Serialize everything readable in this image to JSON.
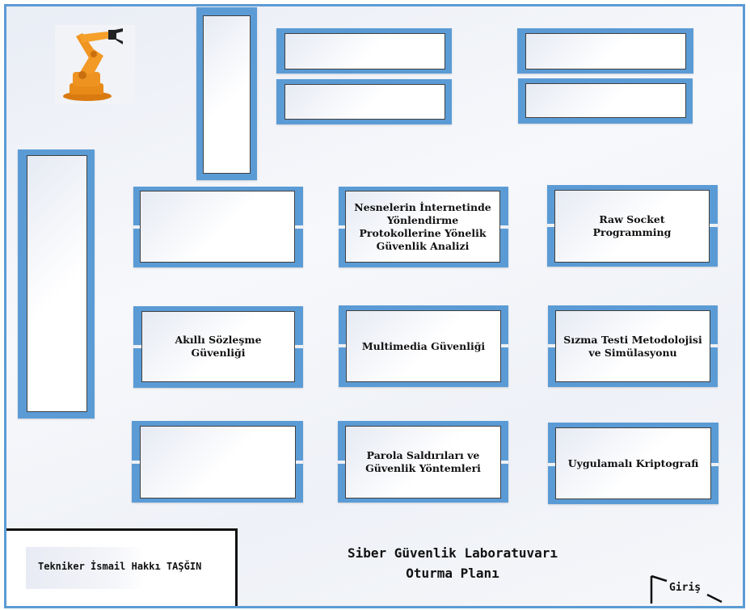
{
  "diagram": {
    "title_line1": "Siber Güvenlik Laboratuvarı",
    "title_line2": "Oturma Planı",
    "technician": "Tekniker İsmail Hakkı TAŞĞIN",
    "entrance_label": "Giriş",
    "decoration": "industrial-robot-arm-icon",
    "colors": {
      "table_frame": "#5b9bd5",
      "room_border": "#5b9bd5",
      "table_top_border": "#404040",
      "text": "#111111"
    },
    "tables": {
      "vertical_top": {
        "label": ""
      },
      "vertical_left": {
        "label": ""
      },
      "top_row_1_left": {
        "label": ""
      },
      "top_row_1_right": {
        "label": ""
      },
      "top_row_2_left": {
        "label": ""
      },
      "top_row_2_right": {
        "label": ""
      },
      "r1c1": {
        "label": ""
      },
      "r1c2": {
        "label": "Nesnelerin İnternetinde Yönlendirme Protokollerine Yönelik Güvenlik Analizi"
      },
      "r1c3": {
        "label": "Raw Socket Programming"
      },
      "r2c1": {
        "label": "Akıllı Sözleşme Güvenliği"
      },
      "r2c2": {
        "label": "Multimedia Güvenliği"
      },
      "r2c3": {
        "label": "Sızma Testi Metodolojisi ve Simülasyonu"
      },
      "r3c1": {
        "label": ""
      },
      "r3c2": {
        "label": "Parola Saldırıları ve Güvenlik Yöntemleri"
      },
      "r3c3": {
        "label": "Uygulamalı Kriptografi"
      }
    }
  }
}
